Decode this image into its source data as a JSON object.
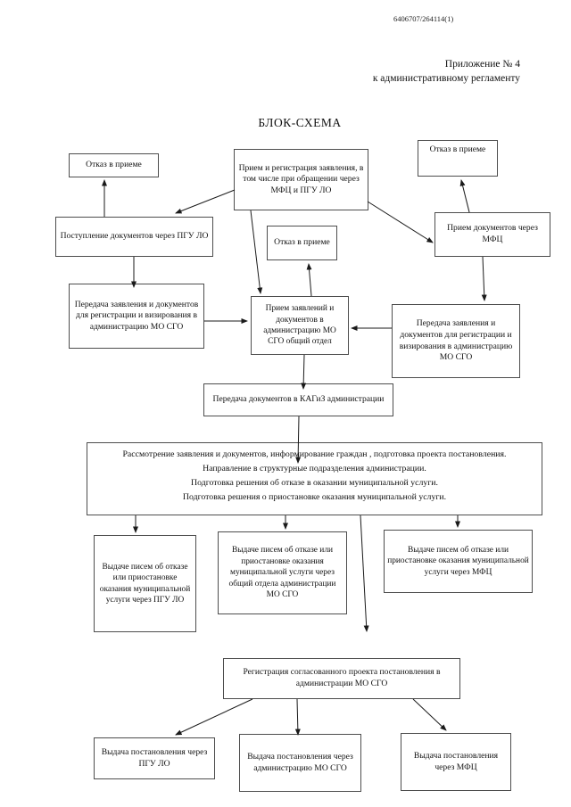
{
  "page": {
    "doc_number": "6406707/264114(1)",
    "annex_line1": "Приложение № 4",
    "annex_line2": "к административному регламенту",
    "title": "БЛОК-СХЕМА"
  },
  "nodes": {
    "refusal_left": "Отказ в приеме",
    "reception_main": "Прием и регистрация заявления, в том числе при обращении через МФЦ и ПГУ ЛО",
    "refusal_right": "Отказ в приеме",
    "incoming_pgu": "Поступление документов через ПГУ ЛО",
    "refusal_center": "Отказ в приеме",
    "reception_mfc": "Прием документов через МФЦ",
    "transfer_left": "Передача заявления и документов для регистрации и визирования в администрацию МО СГО",
    "reception_dept": "Прием заявлений и документов в администрацию МО СГО общий отдел",
    "transfer_right": "Передача заявления и документов для регистрации и визирования в администрацию МО СГО",
    "transfer_kagiz": "Передача документов в КАГиЗ администрации",
    "review": {
      "lines": [
        "Рассмотрение заявления и документов, информирование граждан , подготовка проекта постановления.",
        "Направление в структурные подразделения администрации.",
        "Подготовка решения об отказе в оказании муниципальной услуги.",
        "Подготовка решения о приостановке оказания муниципальной услуги."
      ]
    },
    "letters_pgu": "Выдаче писем об отказе или приостановке оказания муниципальной услуги через ПГУ ЛО",
    "letters_dept": "Выдаче писем об отказе или приостановке оказания муниципальной услуги через общий отдела администрации МО СГО",
    "letters_mfc": "Выдаче писем об отказе или приостановке оказания муниципальной услуги через МФЦ",
    "registration": "Регистрация согласованного проекта постановления в администрации МО СГО",
    "issue_pgu": "Выдача постановления через ПГУ ЛО",
    "issue_admin": "Выдача постановления через администрацию МО СГО",
    "issue_mfc": "Выдача постановления через МФЦ"
  },
  "colors": {
    "ink": "#1a1a1a",
    "box_border": "#4d4d4d",
    "background": "#ffffff"
  }
}
